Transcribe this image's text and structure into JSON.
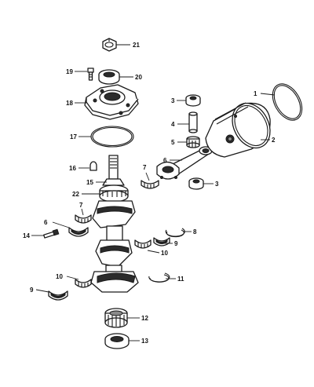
{
  "callouts": {
    "c1": "1",
    "c2": "2",
    "c3a": "3",
    "c3b": "3",
    "c4": "4",
    "c5": "5",
    "c6a": "6",
    "c6b": "6",
    "c7a": "7",
    "c7b": "7",
    "c8": "8",
    "c9a": "9",
    "c9b": "9",
    "c10a": "10",
    "c10b": "10",
    "c11": "11",
    "c12": "12",
    "c13": "13",
    "c14": "14",
    "c15": "15",
    "c16": "16",
    "c17": "17",
    "c18": "18",
    "c19": "19",
    "c20": "20",
    "c21": "21",
    "c22": "22"
  }
}
